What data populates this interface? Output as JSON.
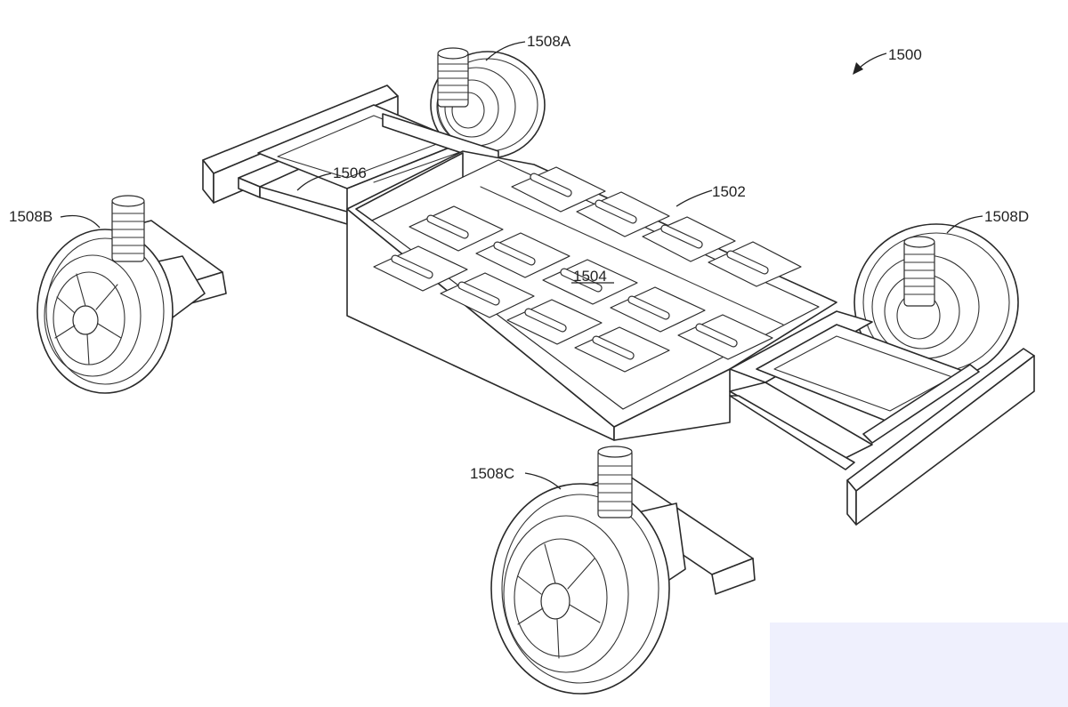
{
  "figure": {
    "ref_numeral": "1500",
    "labels": {
      "platform": "1502",
      "battery": "1504",
      "frame": "1506",
      "wheel_a": "1508A",
      "wheel_b": "1508B",
      "wheel_c": "1508C",
      "wheel_d": "1508D"
    }
  },
  "overlay": {
    "color": "#eff0fd"
  }
}
